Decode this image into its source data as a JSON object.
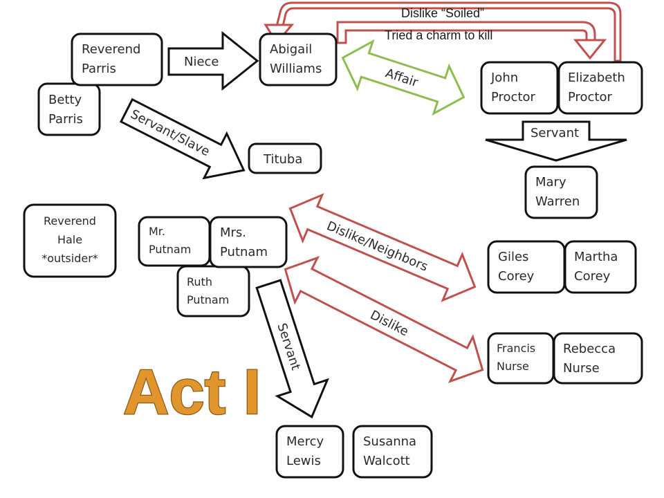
{
  "title": "Act I",
  "nodes": {
    "reverend_parris": [
      "Reverend",
      "Parris"
    ],
    "betty_parris": [
      "Betty",
      "Parris"
    ],
    "abigail_williams": [
      "Abigail",
      "Williams"
    ],
    "john_proctor": [
      "John",
      "Proctor"
    ],
    "elizabeth_proctor": [
      "Elizabeth",
      "Proctor"
    ],
    "tituba": [
      "Tituba"
    ],
    "mary_warren": [
      "Mary",
      "Warren"
    ],
    "reverend_hale": [
      "Reverend",
      "Hale",
      "*outsider*"
    ],
    "mr_putnam": [
      "Mr.",
      "Putnam"
    ],
    "mrs_putnam": [
      "Mrs.",
      "Putnam"
    ],
    "ruth_putnam": [
      "Ruth",
      "Putnam"
    ],
    "giles_corey": [
      "Giles",
      "Corey"
    ],
    "martha_corey": [
      "Martha",
      "Corey"
    ],
    "francis_nurse": [
      "Francis",
      "Nurse"
    ],
    "rebecca_nurse": [
      "Rebecca",
      "Nurse"
    ],
    "mercy_lewis": [
      "Mercy",
      "Lewis"
    ],
    "susanna_walcott": [
      "Susanna",
      "Walcott"
    ]
  },
  "relations": {
    "niece": "Niece",
    "servant_slave": "Servant/Slave",
    "affair": "Affair",
    "servant_proctor": "Servant",
    "dislike_soiled": "Dislike “Soiled”",
    "tried_charm": "Tried a charm to kill",
    "dislike_neighbors": "Dislike/Neighbors",
    "dislike": "Dislike",
    "servant_putnam": "Servant"
  },
  "colors": {
    "node_border": "#111111",
    "arrow_black": "#111111",
    "arrow_green": "#8cbd4e",
    "arrow_red": "#c0504d",
    "title_fill": "#e0962c"
  }
}
